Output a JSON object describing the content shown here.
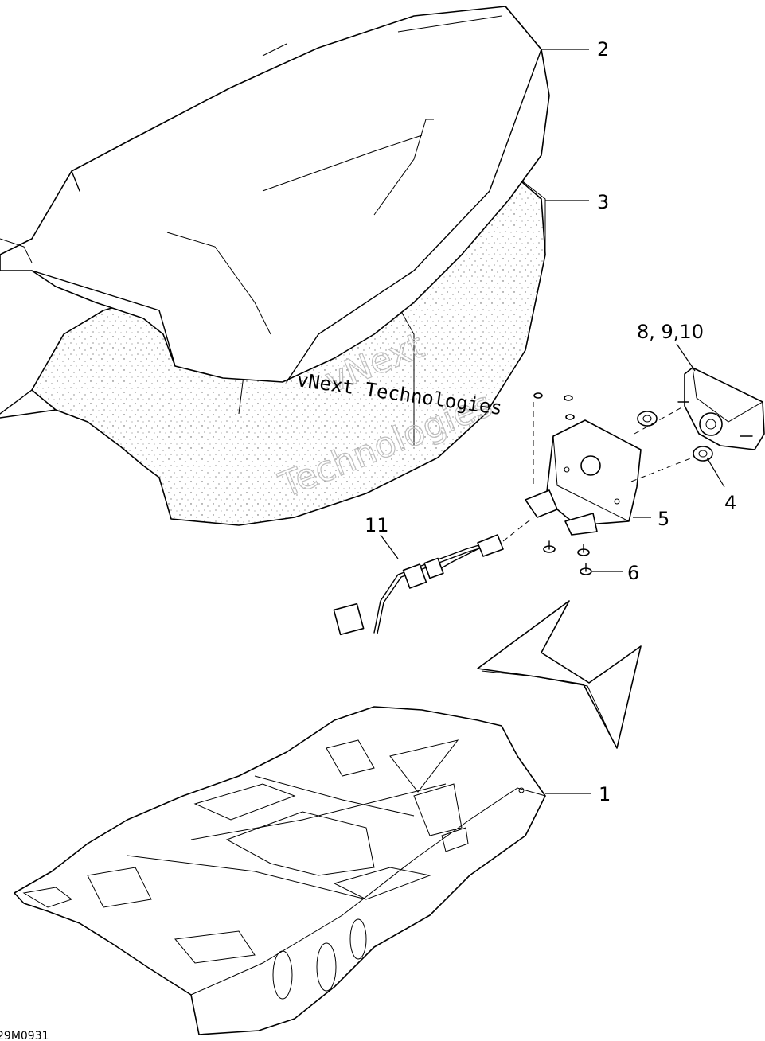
{
  "callouts": {
    "c1": "1",
    "c2": "2",
    "c3": "3",
    "c4": "4",
    "c5": "5",
    "c6": "6",
    "c8910": "8, 9,10",
    "c11": "11"
  },
  "watermark": {
    "outline_line1": "vNext",
    "outline_line2": "Technologies",
    "mono": "vNext Technologies"
  },
  "drawing_code": "29M0931"
}
